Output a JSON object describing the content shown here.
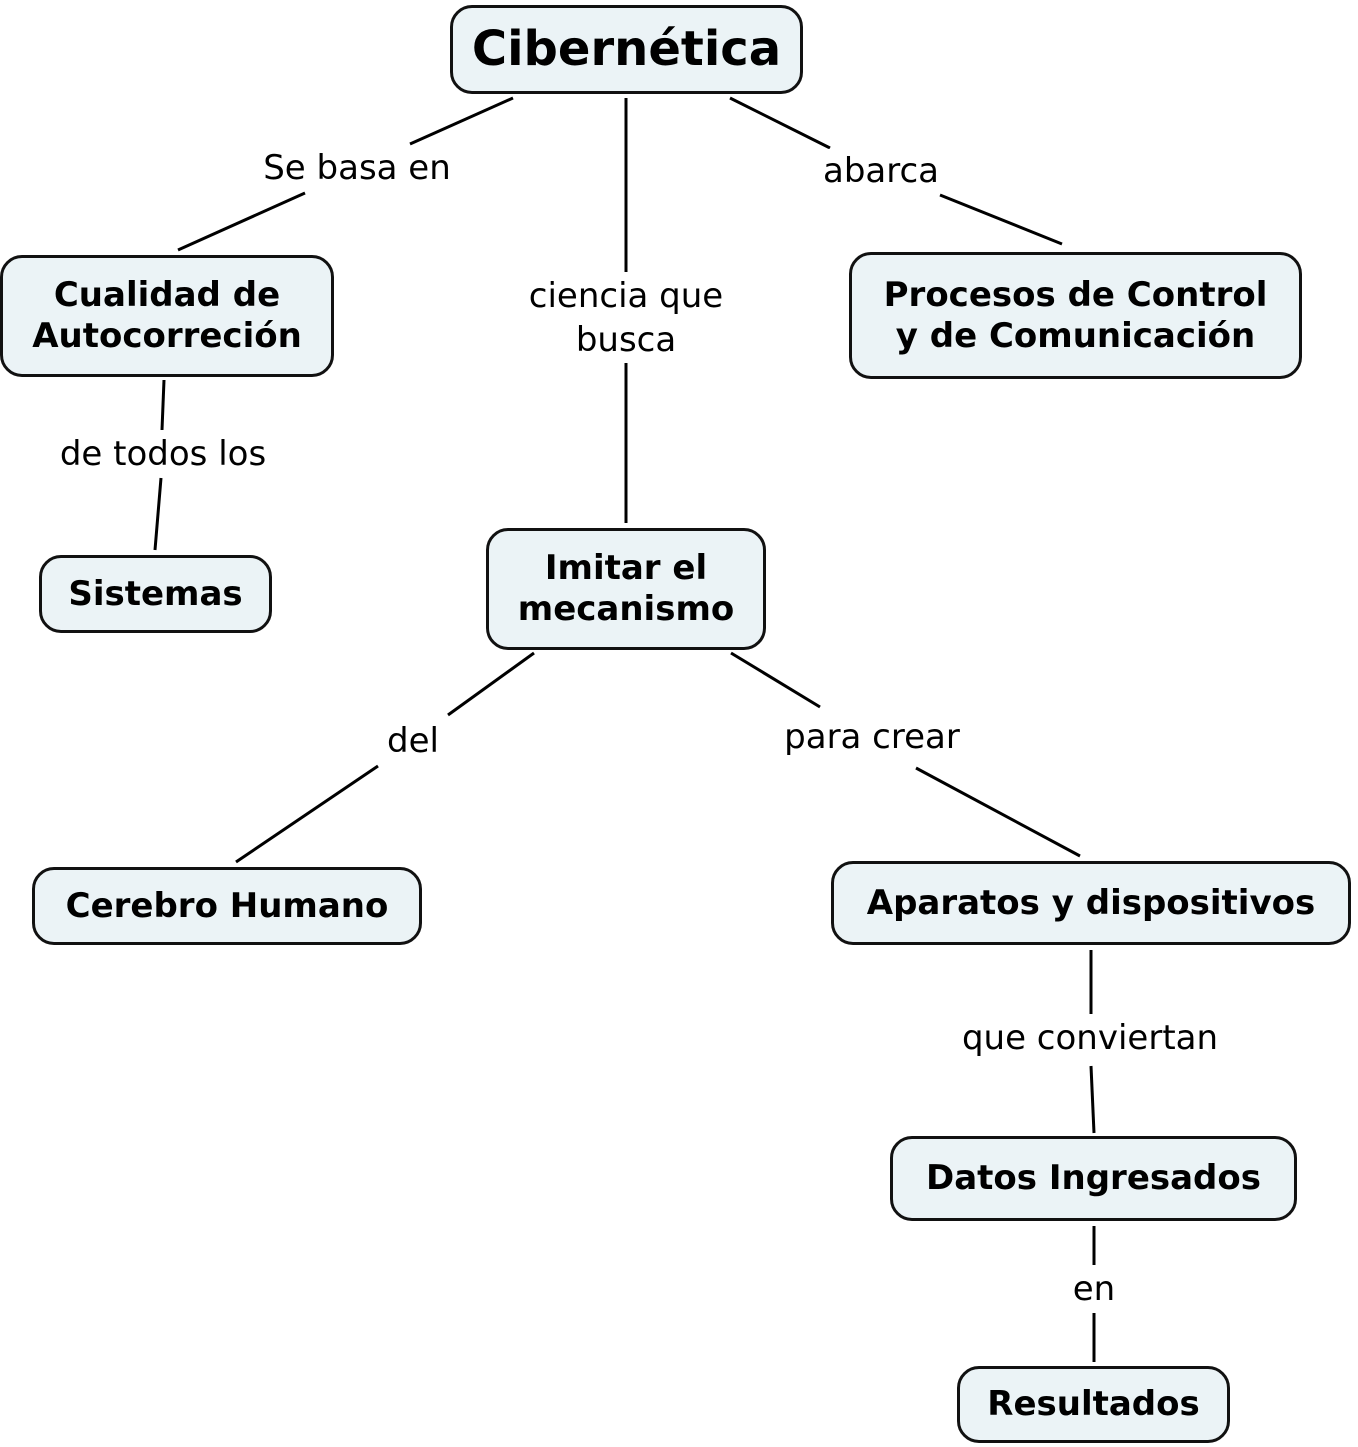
{
  "concepts": {
    "root": "Cibernética",
    "autocorreccion": "Cualidad de\nAutocorreción",
    "procesos": "Procesos de Control\ny de Comunicación",
    "sistemas": "Sistemas",
    "imitar": "Imitar el\nmecanismo",
    "cerebro": "Cerebro Humano",
    "aparatos": "Aparatos y dispositivos",
    "datos": "Datos Ingresados",
    "resultados": "Resultados"
  },
  "links": {
    "se_basa_en": "Se basa en",
    "abarca": "abarca",
    "ciencia_que_busca": "ciencia que\nbusca",
    "de_todos_los": "de todos los",
    "del": "del",
    "para_crear": "para crear",
    "que_conviertan": "que conviertan",
    "en": "en"
  },
  "colors": {
    "node_fill": "#ebf3f6",
    "node_border": "#111111",
    "line": "#000000"
  }
}
